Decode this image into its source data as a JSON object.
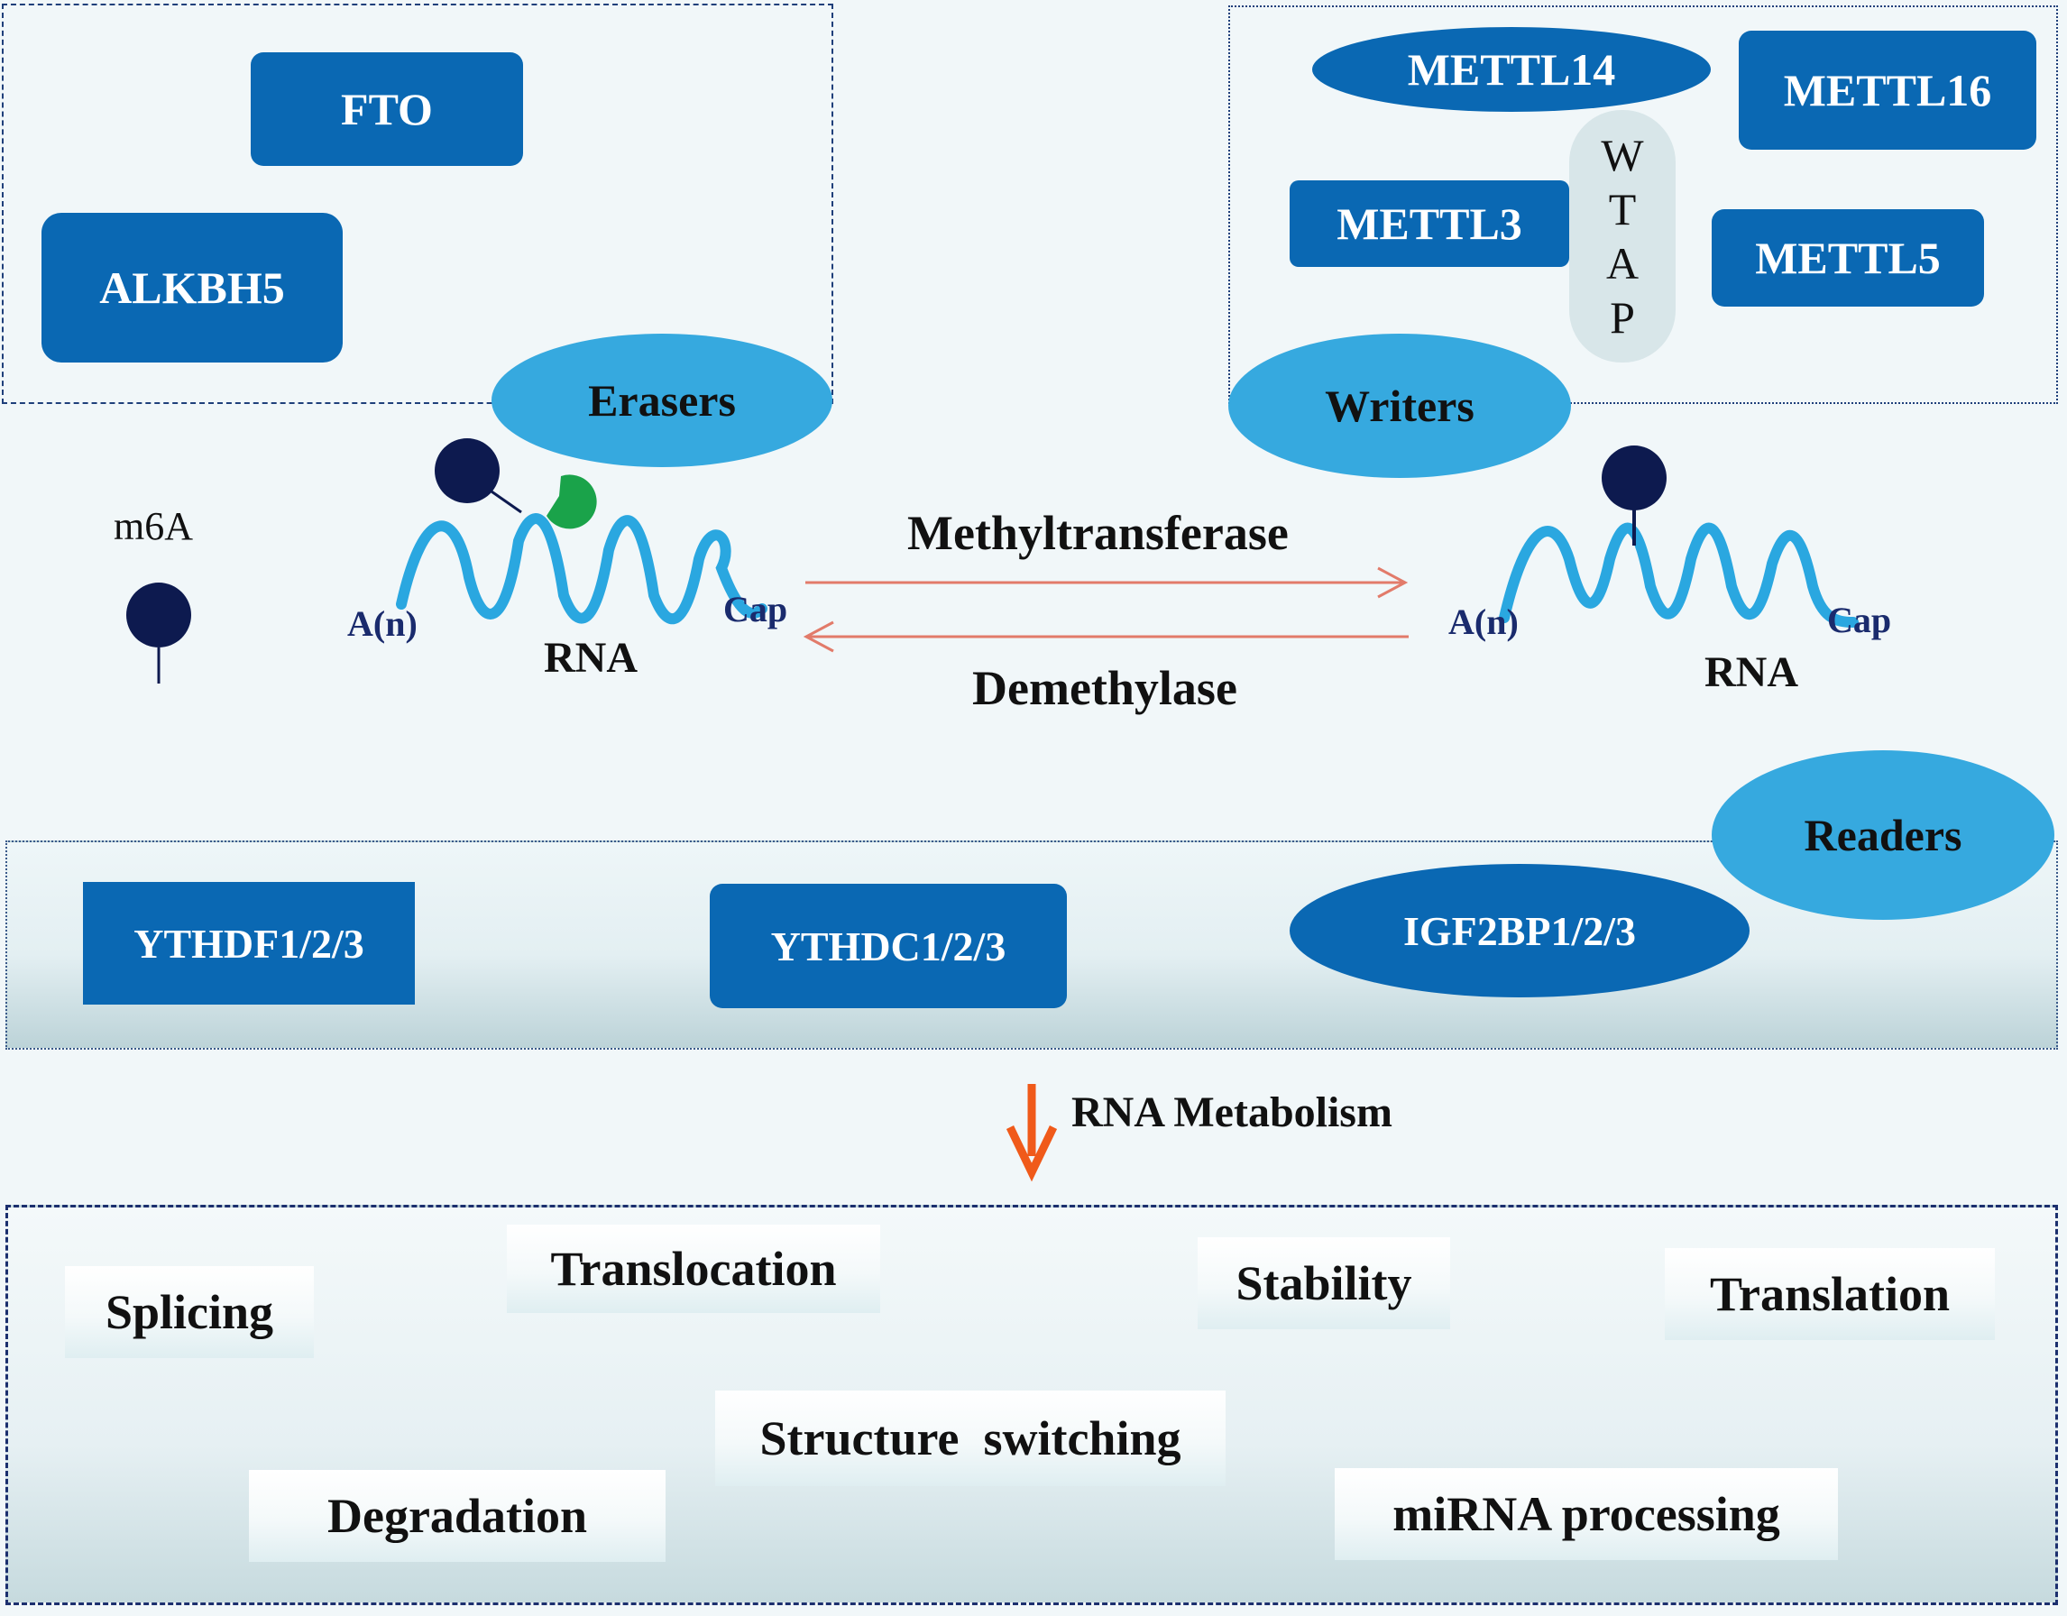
{
  "erasers": {
    "title": "Erasers",
    "items": [
      "FTO",
      "ALKBH5"
    ]
  },
  "writers": {
    "title": "Writers",
    "items": [
      "METTL14",
      "METTL16",
      "METTL3",
      "METTL5"
    ],
    "wtap": [
      "W",
      "T",
      "A",
      "P"
    ]
  },
  "legend": {
    "m6a_label": "m6A"
  },
  "rna_left": {
    "label": "RNA",
    "tail": "A(n)",
    "cap": "Cap"
  },
  "rna_right": {
    "label": "RNA",
    "tail": "A(n)",
    "cap": "Cap"
  },
  "reaction": {
    "forward": "Methyltransferase",
    "reverse": "Demethylase"
  },
  "readers": {
    "title": "Readers",
    "items": [
      "YTHDF1/2/3",
      "YTHDC1/2/3",
      "IGF2BP1/2/3"
    ]
  },
  "metabolism": {
    "label": "RNA Metabolism",
    "functions": [
      "Splicing",
      "Translocation",
      "Stability",
      "Translation",
      "Structure  switching",
      "Degradation",
      "miRNA processing"
    ]
  },
  "colors": {
    "protein_blue": "#0a68b3",
    "category_blue": "#36a9df",
    "navy": "#0d1a4f",
    "green": "#1aa34a",
    "arrow_red": "#e27b6a",
    "arrow_orange": "#f05a1a"
  }
}
